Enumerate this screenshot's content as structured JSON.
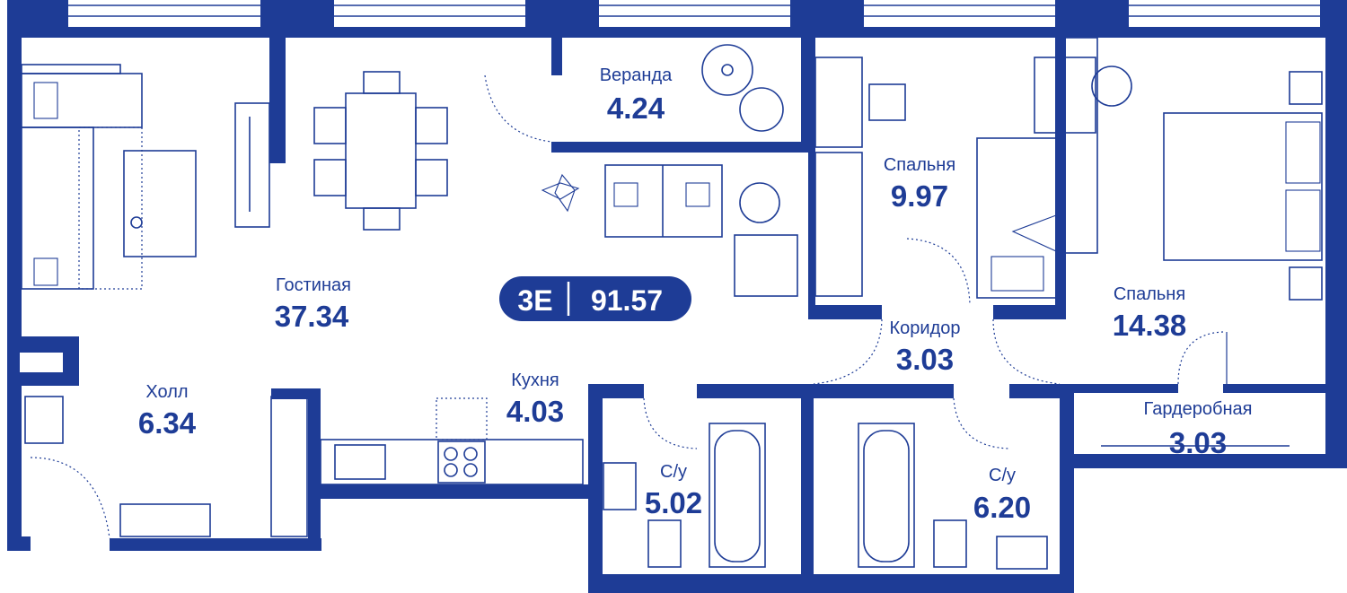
{
  "unit": {
    "type_label": "3Е",
    "total_area": "91.57"
  },
  "rooms": {
    "living": {
      "name": "Гостиная",
      "area": "37.34"
    },
    "veranda": {
      "name": "Веранда",
      "area": "4.24"
    },
    "bedroom1": {
      "name": "Спальня",
      "area": "9.97"
    },
    "bedroom2": {
      "name": "Спальня",
      "area": "14.38"
    },
    "corridor": {
      "name": "Коридор",
      "area": "3.03"
    },
    "hall": {
      "name": "Холл",
      "area": "6.34"
    },
    "kitchen": {
      "name": "Кухня",
      "area": "4.03"
    },
    "bath1": {
      "name": "С/у",
      "area": "5.02"
    },
    "bath2": {
      "name": "С/у",
      "area": "6.20"
    },
    "wardrobe": {
      "name": "Гардеробная",
      "area": "3.03"
    }
  },
  "colors": {
    "wall": "#1E3C96",
    "background": "#FFFFFF",
    "badge_text": "#FFFFFF"
  }
}
